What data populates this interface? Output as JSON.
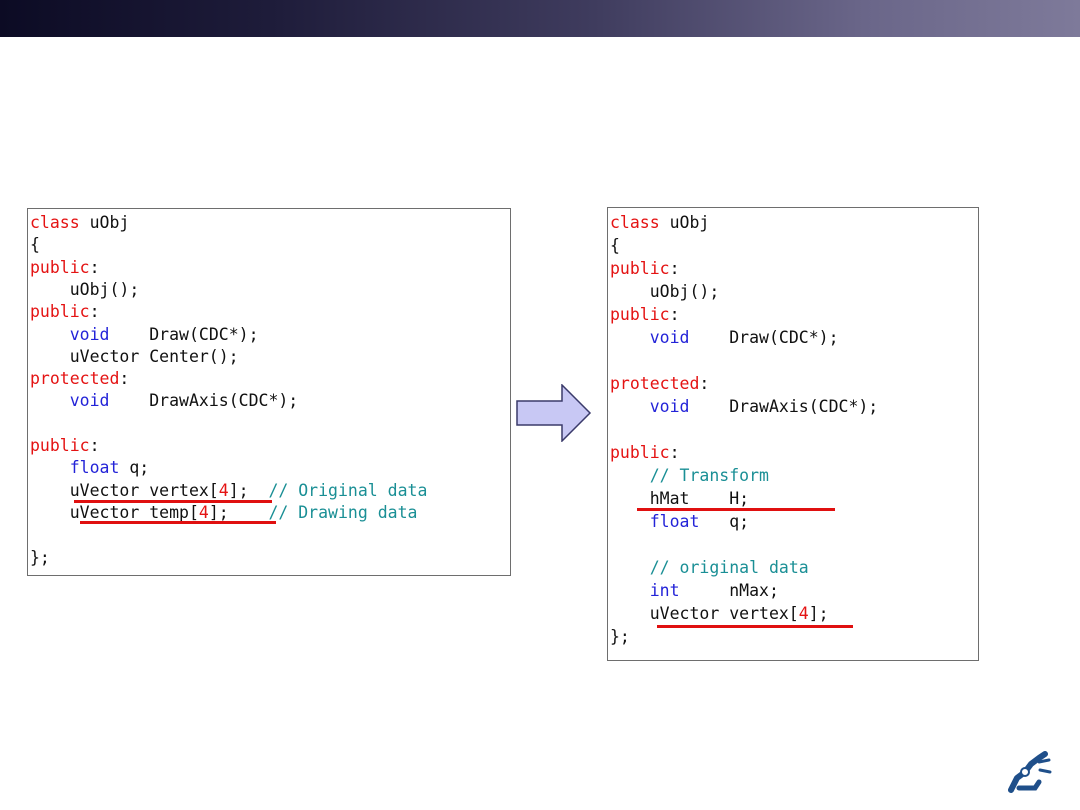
{
  "colors": {
    "keyword": "#e41313",
    "type": "#2323d8",
    "comment": "#1a8f95",
    "underline": "#e01010",
    "arrow_fill": "#c8c8f4"
  },
  "left_code": [
    [
      {
        "t": "class",
        "c": "kw"
      },
      {
        "t": " uObj"
      }
    ],
    [
      {
        "t": "{"
      }
    ],
    [
      {
        "t": "public",
        "c": "kw"
      },
      {
        "t": ":"
      }
    ],
    [
      {
        "t": "    uObj();"
      }
    ],
    [
      {
        "t": "public",
        "c": "kw"
      },
      {
        "t": ":"
      }
    ],
    [
      {
        "t": "    "
      },
      {
        "t": "void",
        "c": "ty"
      },
      {
        "t": "    Draw(CDC*);"
      }
    ],
    [
      {
        "t": "    uVector Center();"
      }
    ],
    [
      {
        "t": "protected",
        "c": "kw"
      },
      {
        "t": ":"
      }
    ],
    [
      {
        "t": "    "
      },
      {
        "t": "void",
        "c": "ty"
      },
      {
        "t": "    DrawAxis(CDC*);"
      }
    ],
    [
      {
        "t": ""
      }
    ],
    [
      {
        "t": "public",
        "c": "kw"
      },
      {
        "t": ":"
      }
    ],
    [
      {
        "t": "    "
      },
      {
        "t": "float",
        "c": "ty"
      },
      {
        "t": " q;"
      }
    ],
    [
      {
        "t": "    uVector vertex["
      },
      {
        "t": "4",
        "c": "num"
      },
      {
        "t": "];  "
      },
      {
        "t": "// Original data",
        "c": "cm"
      }
    ],
    [
      {
        "t": "    uVector temp["
      },
      {
        "t": "4",
        "c": "num"
      },
      {
        "t": "];    "
      },
      {
        "t": "// Drawing data",
        "c": "cm"
      }
    ],
    [
      {
        "t": ""
      }
    ],
    [
      {
        "t": "};"
      }
    ]
  ],
  "right_code": [
    [
      {
        "t": "class",
        "c": "kw"
      },
      {
        "t": " uObj"
      }
    ],
    [
      {
        "t": "{"
      }
    ],
    [
      {
        "t": "public",
        "c": "kw"
      },
      {
        "t": ":"
      }
    ],
    [
      {
        "t": "    uObj();"
      }
    ],
    [
      {
        "t": "public",
        "c": "kw"
      },
      {
        "t": ":"
      }
    ],
    [
      {
        "t": "    "
      },
      {
        "t": "void",
        "c": "ty"
      },
      {
        "t": "    Draw(CDC*);"
      }
    ],
    [
      {
        "t": ""
      }
    ],
    [
      {
        "t": "protected",
        "c": "kw"
      },
      {
        "t": ":"
      }
    ],
    [
      {
        "t": "    "
      },
      {
        "t": "void",
        "c": "ty"
      },
      {
        "t": "    DrawAxis(CDC*);"
      }
    ],
    [
      {
        "t": ""
      }
    ],
    [
      {
        "t": "public",
        "c": "kw"
      },
      {
        "t": ":"
      }
    ],
    [
      {
        "t": "    "
      },
      {
        "t": "// Transform",
        "c": "cm"
      }
    ],
    [
      {
        "t": "    hMat    H;"
      }
    ],
    [
      {
        "t": "    "
      },
      {
        "t": "float",
        "c": "ty"
      },
      {
        "t": "   q;"
      }
    ],
    [
      {
        "t": ""
      }
    ],
    [
      {
        "t": "    "
      },
      {
        "t": "// original data",
        "c": "cm"
      }
    ],
    [
      {
        "t": "    "
      },
      {
        "t": "int",
        "c": "ty"
      },
      {
        "t": "     nMax;"
      }
    ],
    [
      {
        "t": "    uVector vertex["
      },
      {
        "t": "4",
        "c": "num"
      },
      {
        "t": "];"
      }
    ],
    [
      {
        "t": "};"
      }
    ]
  ],
  "icons": {
    "arrow": "right-arrow-icon",
    "logo": "robot-arm-logo-icon"
  }
}
